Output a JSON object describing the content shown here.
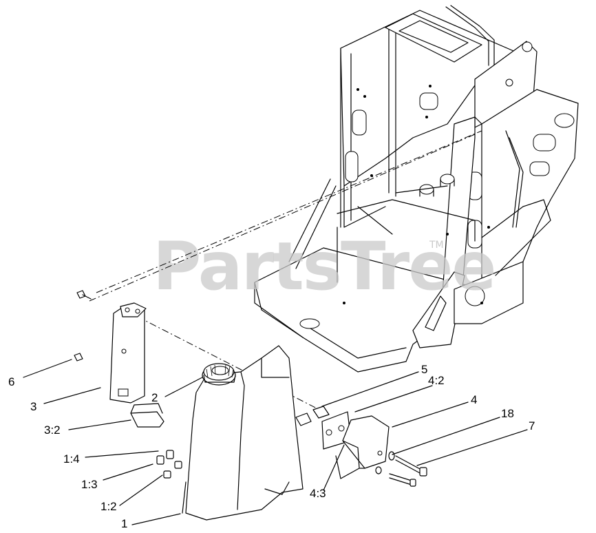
{
  "watermark": {
    "text": "PartsTree",
    "tm": "TM"
  },
  "callouts": [
    {
      "id": "c-6",
      "label": "6"
    },
    {
      "id": "c-3",
      "label": "3"
    },
    {
      "id": "c-3-2",
      "label": "3:2"
    },
    {
      "id": "c-2",
      "label": "2"
    },
    {
      "id": "c-1-4",
      "label": "1:4"
    },
    {
      "id": "c-1-3",
      "label": "1:3"
    },
    {
      "id": "c-1-2",
      "label": "1:2"
    },
    {
      "id": "c-1",
      "label": "1"
    },
    {
      "id": "c-5",
      "label": "5"
    },
    {
      "id": "c-4-2",
      "label": "4:2"
    },
    {
      "id": "c-4",
      "label": "4"
    },
    {
      "id": "c-18",
      "label": "18"
    },
    {
      "id": "c-7",
      "label": "7"
    },
    {
      "id": "c-4-3",
      "label": "4:3"
    }
  ]
}
